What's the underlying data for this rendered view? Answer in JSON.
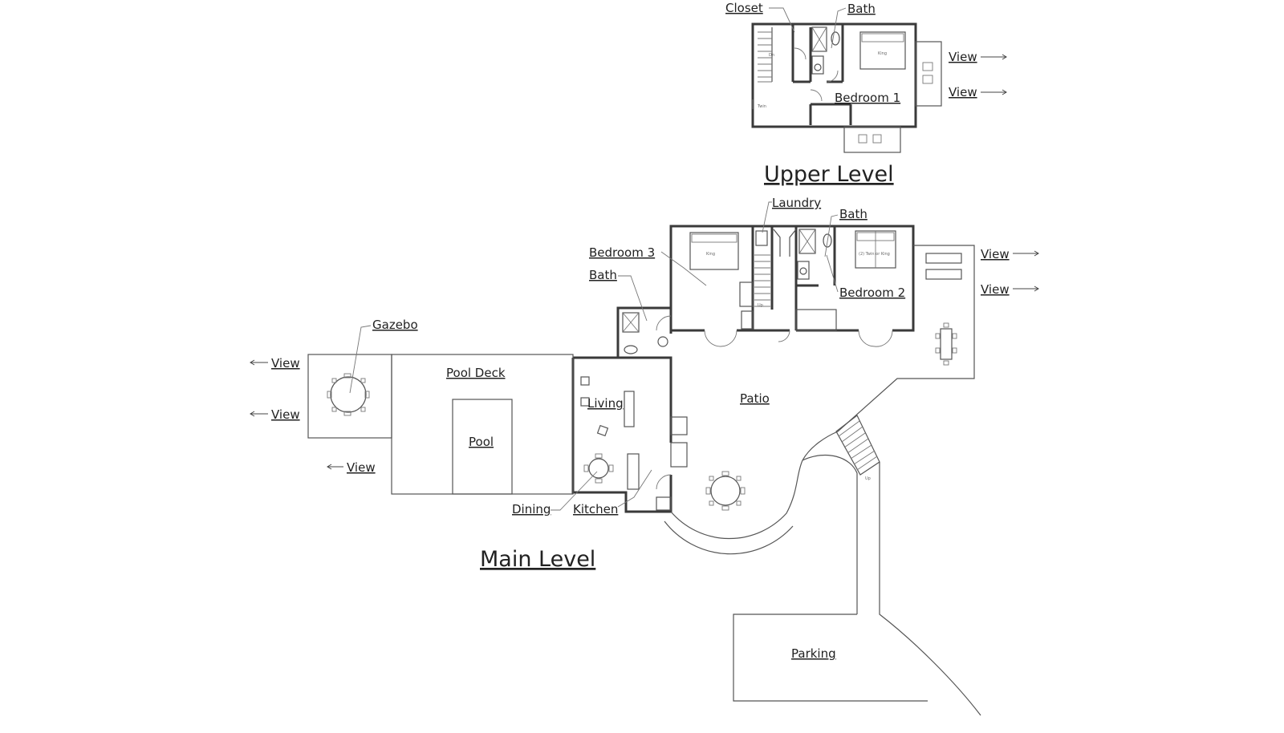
{
  "titles": {
    "upper": "Upper Level",
    "main": "Main Level"
  },
  "labels": {
    "closet": "Closet",
    "upper_bath": "Bath",
    "bedroom1": "Bedroom 1",
    "laundry": "Laundry",
    "bath_main_right": "Bath",
    "bedroom3": "Bedroom 3",
    "bath_main_left": "Bath",
    "bedroom2": "Bedroom 2",
    "gazebo": "Gazebo",
    "pool_deck": "Pool Deck",
    "pool": "Pool",
    "living": "Living",
    "patio": "Patio",
    "dining": "Dining",
    "kitchen": "Kitchen",
    "parking": "Parking"
  },
  "views": {
    "upper_1": "View",
    "upper_2": "View",
    "right_1": "View",
    "right_2": "View",
    "left_1": "View",
    "left_2": "View",
    "bottom_left": "View"
  },
  "fixtures": {
    "upper_king": "King",
    "bedroom3_king": "King",
    "bedroom2_beds": "(2) Twin or King",
    "upper_twin": "Twin",
    "upper_dn": "Dn",
    "up_stairs": "Up",
    "up_outside": "Up"
  }
}
